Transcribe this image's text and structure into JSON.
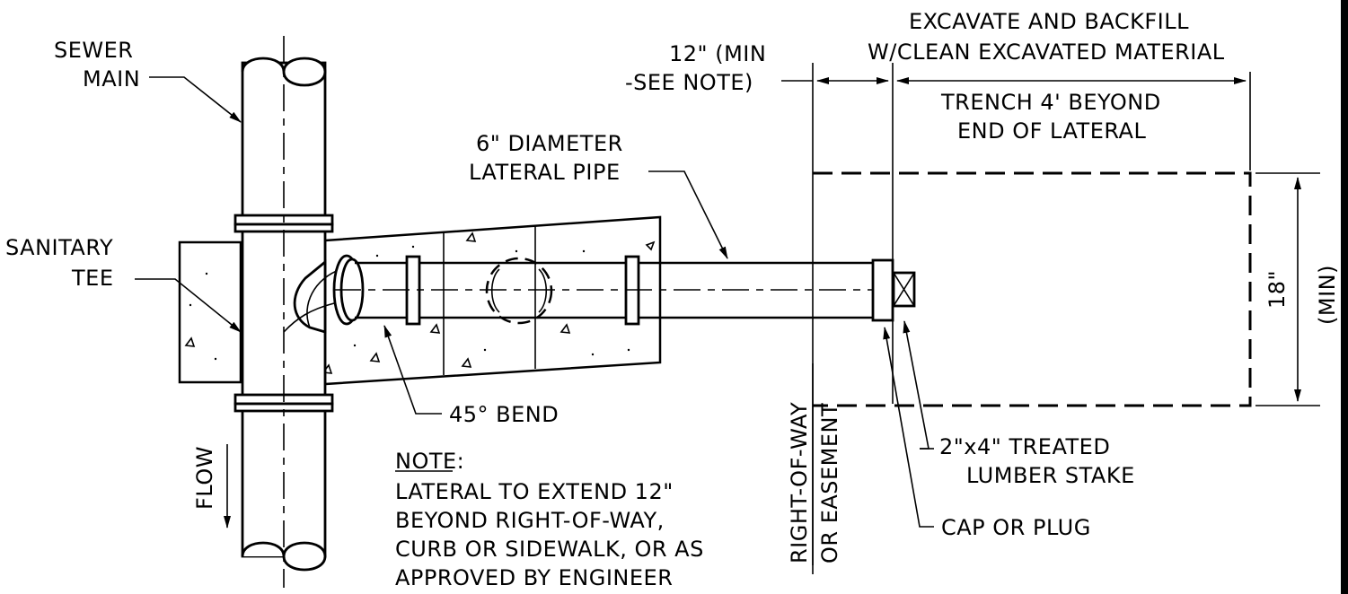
{
  "labels": {
    "sewer_main_1": "SEWER",
    "sewer_main_2": "MAIN",
    "sanitary_tee_1": "SANITARY",
    "sanitary_tee_2": "TEE",
    "lateral_pipe_1": "6\" DIAMETER",
    "lateral_pipe_2": "LATERAL PIPE",
    "min_12_1": "12\" (MIN",
    "min_12_2": "-SEE NOTE)",
    "excavate_1": "EXCAVATE AND BACKFILL",
    "excavate_2": "W/CLEAN EXCAVATED MATERIAL",
    "trench_1": "TRENCH 4' BEYOND",
    "trench_2": "END OF LATERAL",
    "bend": "45° BEND",
    "flow": "FLOW",
    "row_1": "RIGHT-OF-WAY",
    "row_2": "OR EASEMENT",
    "stake_1": "2\"x4\" TREATED",
    "stake_2": "LUMBER STAKE",
    "cap": "CAP OR PLUG",
    "dim_18": "18\"",
    "dim_min": "(MIN)"
  },
  "note": {
    "heading": "NOTE",
    "heading_suffix": ":",
    "line_1": "LATERAL TO EXTEND 12\"",
    "line_2": "BEYOND RIGHT-OF-WAY,",
    "line_3": "CURB OR SIDEWALK, OR AS",
    "line_4": "APPROVED BY ENGINEER"
  },
  "colors": {
    "ink": "#000000",
    "paper": "#ffffff",
    "frame": "#000000"
  }
}
